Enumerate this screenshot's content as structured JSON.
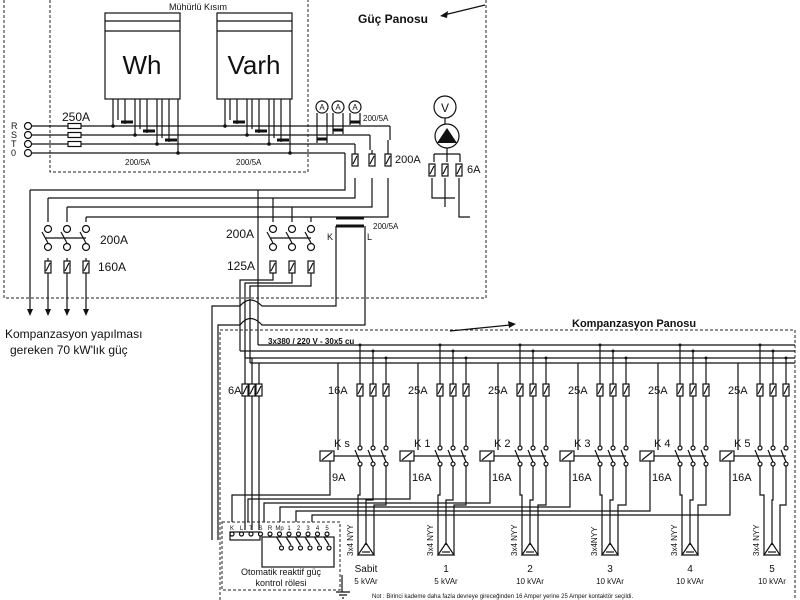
{
  "guc_panosu": {
    "title": "Güç Panosu",
    "sealed_section": "Mühürlü Kısım",
    "meters": [
      "Wh",
      "Varh"
    ],
    "phases": [
      "R",
      "S",
      "T",
      "0"
    ],
    "main_fuse": "250A",
    "meter_ct": "200/5A",
    "ammeter_symbol": "A",
    "ammeter_ct": "200/5A",
    "voltmeter_symbol": "V",
    "measure_fuse": "200A",
    "lamp_fuse": "6A",
    "load_switch": "200A",
    "load_fuse": "160A",
    "comp_switch": "200A",
    "comp_fuse": "125A",
    "ct_ratio": "200/5A",
    "ct_k": "K",
    "ct_l": "L"
  },
  "load_note": {
    "line1": "Kompanzasyon yapılması",
    "line2": "gereken   70 kW'lık güç"
  },
  "kompanzasyon_panosu": {
    "title": "Kompanzasyon Panosu",
    "busbar": "3x380 / 220 V - 30x5 cu",
    "control_fuse": "6A",
    "steps": [
      {
        "contactor": "K s",
        "fuse": "16A",
        "contactor_rating": "9A",
        "cable": "3x4 NYY",
        "step": "Sabit",
        "power": "5 kVAr"
      },
      {
        "contactor": "K 1",
        "fuse": "25A",
        "contactor_rating": "16A",
        "cable": "3x4 NYY",
        "step": "1",
        "power": "5 kVAr"
      },
      {
        "contactor": "K 2",
        "fuse": "25A",
        "contactor_rating": "16A",
        "cable": "3x4 NYY",
        "step": "2",
        "power": "10 kVAr"
      },
      {
        "contactor": "K 3",
        "fuse": "25A",
        "contactor_rating": "16A",
        "cable": "3x4NYY",
        "step": "3",
        "power": "10 kVAr"
      },
      {
        "contactor": "K 4",
        "fuse": "25A",
        "contactor_rating": "16A",
        "cable": "3x4 NYY",
        "step": "4",
        "power": "10 kVAr"
      },
      {
        "contactor": "K 5",
        "fuse": "25A",
        "contactor_rating": "16A",
        "cable": "3x4 NYY",
        "step": "5",
        "power": "10 kVAr"
      }
    ],
    "relay": {
      "terminals": [
        "K",
        "L",
        "T",
        "S",
        "R",
        "Mp",
        "1",
        "2",
        "3",
        "4",
        "5"
      ],
      "line1": "Otomatik reaktif güç",
      "line2": "kontrol rölesi"
    },
    "footnote": "Not : Birinci kademe daha fazla devreye gireceğinden 16 Amper yerine 25 Amper kontaktör seçildi."
  }
}
